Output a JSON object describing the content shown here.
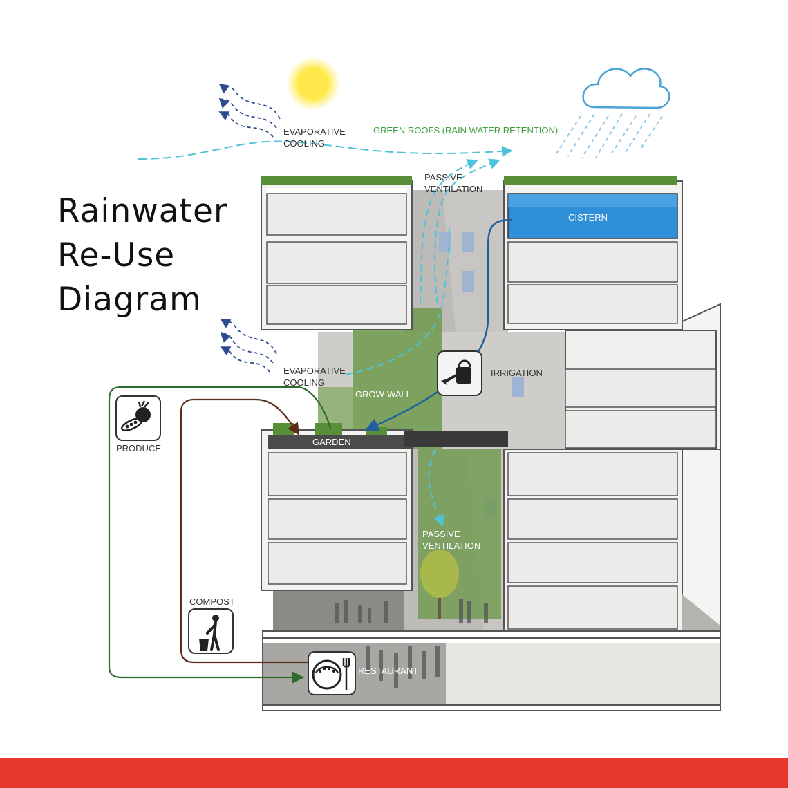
{
  "title": {
    "line1": "Rainwater",
    "line2": "Re-Use",
    "line3": "Diagram"
  },
  "labels": {
    "evaporative_cooling_top": [
      "EVAPORATIVE",
      "COOLING"
    ],
    "evaporative_cooling_mid": [
      "EVAPORATIVE",
      "COOLING"
    ],
    "green_roofs": "GREEN ROOFS (RAIN WATER RETENTION)",
    "passive_ventilation_top": [
      "PASSIVE",
      "VENTILATION"
    ],
    "passive_ventilation_mid": [
      "PASSIVE",
      "VENTILATION"
    ],
    "cistern": "CISTERN",
    "irrigation": "IRRIGATION",
    "grow_wall": "GROW-WALL",
    "garden": "GARDEN",
    "produce": "PRODUCE",
    "compost": "COMPOST",
    "restaurant": "RESTAURANT"
  },
  "icons": {
    "sun": "sun-icon",
    "cloud": "rain-cloud-icon",
    "produce": "vegetables-icon",
    "compost": "trash-bin-icon",
    "irrigation": "watering-can-icon",
    "restaurant": "plate-cutlery-icon"
  },
  "colors": {
    "footer": "#e5392c",
    "water_flow": "#4ec3d9",
    "air_flow": "#2f4b8f",
    "irrigation_line": "#1f5f9e",
    "produce_line": "#2e6b2e",
    "compost_line": "#5a2e1b",
    "green_roof": "#5a8f3a",
    "cistern_water": "#2f8fd8",
    "sun": "#ffe94a",
    "label_green": "#3f9c3f"
  }
}
